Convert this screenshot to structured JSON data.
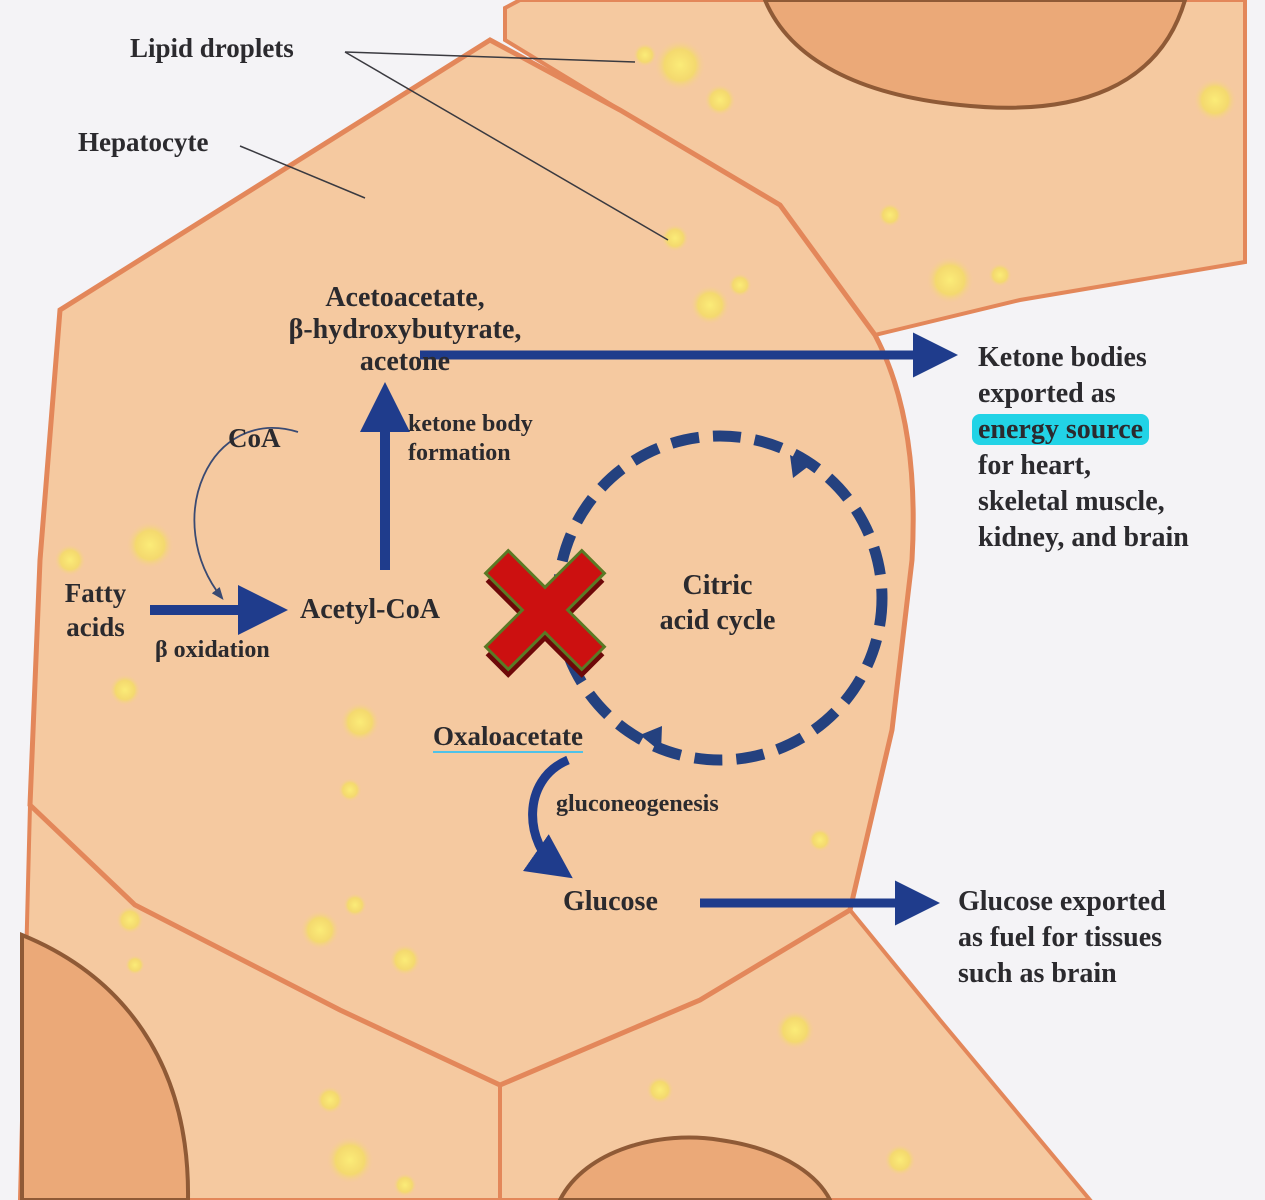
{
  "labels": {
    "lipid_droplets": "Lipid droplets",
    "hepatocyte": "Hepatocyte",
    "ketones_line1": "Acetoacetate,",
    "ketones_line2": "β-hydroxybutyrate,",
    "ketones_line3": "acetone",
    "coa": "CoA",
    "ketone_formation_line1": "ketone body",
    "ketone_formation_line2": "formation",
    "fatty_acids_line1": "Fatty",
    "fatty_acids_line2": "acids",
    "beta_oxidation": "β oxidation",
    "acetyl_coa": "Acetyl-CoA",
    "citric_line1": "Citric",
    "citric_line2": "acid cycle",
    "oxaloacetate": "Oxaloacetate",
    "gluconeogenesis": "gluconeogenesis",
    "glucose": "Glucose",
    "ketone_export_line1": "Ketone bodies",
    "ketone_export_line2": "exported as",
    "ketone_export_line3": "energy source",
    "ketone_export_line4": "for heart,",
    "ketone_export_line5": "skeletal muscle,",
    "ketone_export_line6": "kidney, and brain",
    "glucose_export_line1": "Glucose exported",
    "glucose_export_line2": "as fuel for tissues",
    "glucose_export_line3": "such as brain"
  },
  "colors": {
    "cell_fill": "#f5c9a0",
    "cell_border": "#e3875a",
    "nucleus_fill": "#eba978",
    "nucleus_border": "#8f5a36",
    "droplet": "#f6e06a",
    "arrow": "#1f3c8c",
    "cycle": "#24417f",
    "x_mark": "#cc1010",
    "highlight": "#22d3e6",
    "text": "#2b2a2e"
  }
}
